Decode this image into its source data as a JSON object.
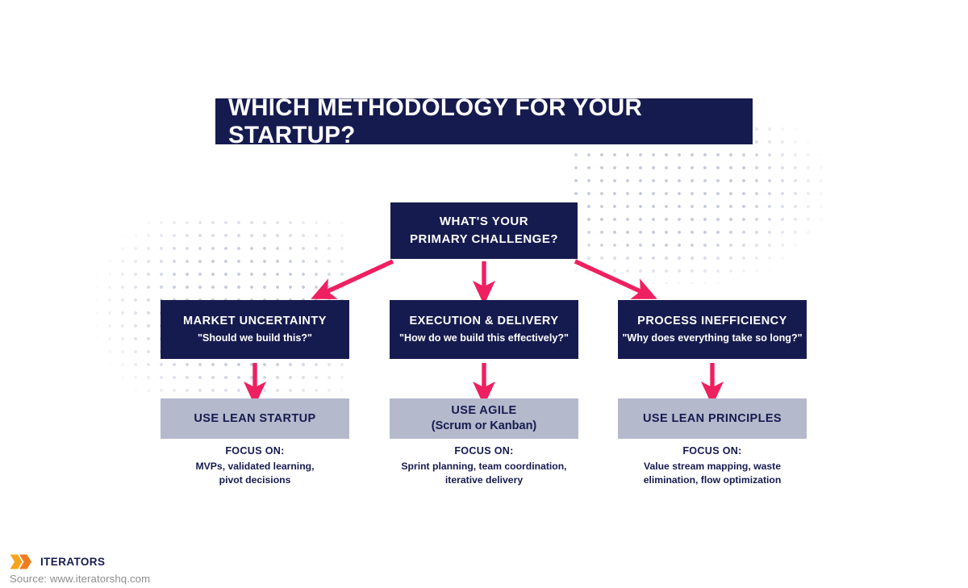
{
  "title": "WHICH METHODOLOGY FOR YOUR STARTUP?",
  "root": {
    "line1": "WHAT'S YOUR",
    "line2": "PRIMARY CHALLENGE?"
  },
  "branches": [
    {
      "challenge_title": "MARKET UNCERTAINTY",
      "challenge_quote": "\"Should we build this?\"",
      "reco_line1": "USE LEAN STARTUP",
      "reco_line2": "",
      "focus_label": "FOCUS ON:",
      "focus_line1": "MVPs, validated learning,",
      "focus_line2": "pivot decisions"
    },
    {
      "challenge_title": "EXECUTION & DELIVERY",
      "challenge_quote": "\"How do we build this effectively?\"",
      "reco_line1": "USE AGILE",
      "reco_line2": "(Scrum or Kanban)",
      "focus_label": "FOCUS ON:",
      "focus_line1": "Sprint planning, team coordination,",
      "focus_line2": "iterative delivery"
    },
    {
      "challenge_title": "PROCESS INEFFICIENCY",
      "challenge_quote": "\"Why does everything take so long?\"",
      "reco_line1": "USE LEAN PRINCIPLES",
      "reco_line2": "",
      "focus_label": "FOCUS ON:",
      "focus_line1": "Value stream mapping, waste",
      "focus_line2": "elimination, flow optimization"
    }
  ],
  "footer": {
    "brand": "ITERATORS",
    "source": "Source: www.iteratorshq.com"
  },
  "colors": {
    "navy": "#161B4F",
    "pink": "#EF2060",
    "lavender": "#b4b9cc",
    "dot_gray": "#c9cedd",
    "source_gray": "#8e8e8e",
    "logo_orange_light": "#F7A41D",
    "logo_orange_dark": "#F07C20"
  }
}
